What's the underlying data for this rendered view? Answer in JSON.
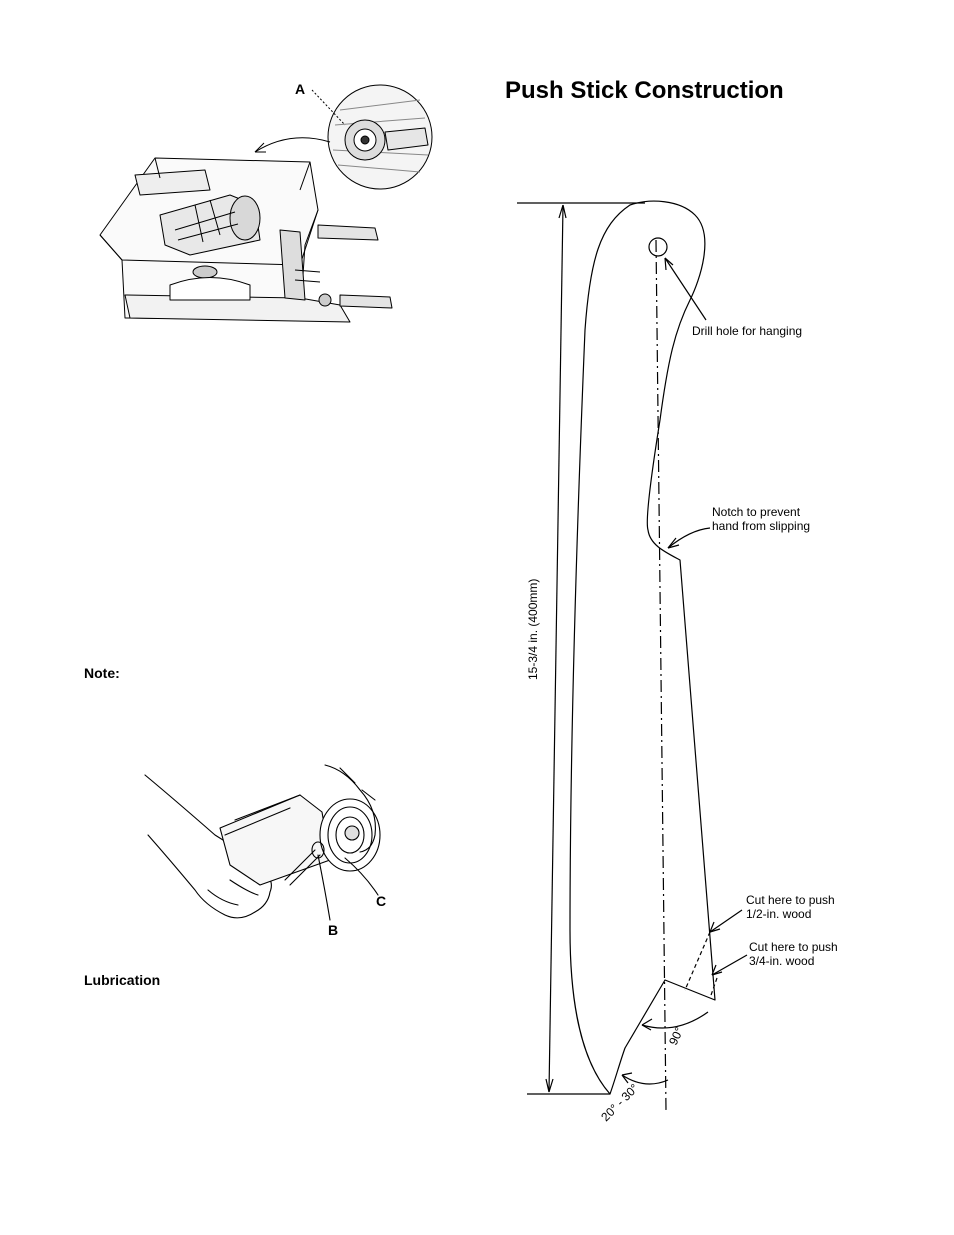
{
  "left_column": {
    "figure_top": {
      "callout": "A"
    },
    "note_label": "Note:",
    "figure_bottom": {
      "callouts": [
        "B",
        "C"
      ]
    },
    "lubrication_label": "Lubrication"
  },
  "right_column": {
    "title": "Push Stick Construction",
    "diagram": {
      "drill_hole_label": "Drill hole for hanging",
      "notch_label_line1": "Notch to prevent",
      "notch_label_line2": "hand from slipping",
      "length_label": "15-3/4 in. (400mm)",
      "cut_half_line1": "Cut here to push",
      "cut_half_line2": "1/2-in. wood",
      "cut_three_quarter_line1": "Cut here to push",
      "cut_three_quarter_line2": "3/4-in. wood",
      "angle_90_label": "90°",
      "angle_range_label": "20° - 30°"
    }
  }
}
